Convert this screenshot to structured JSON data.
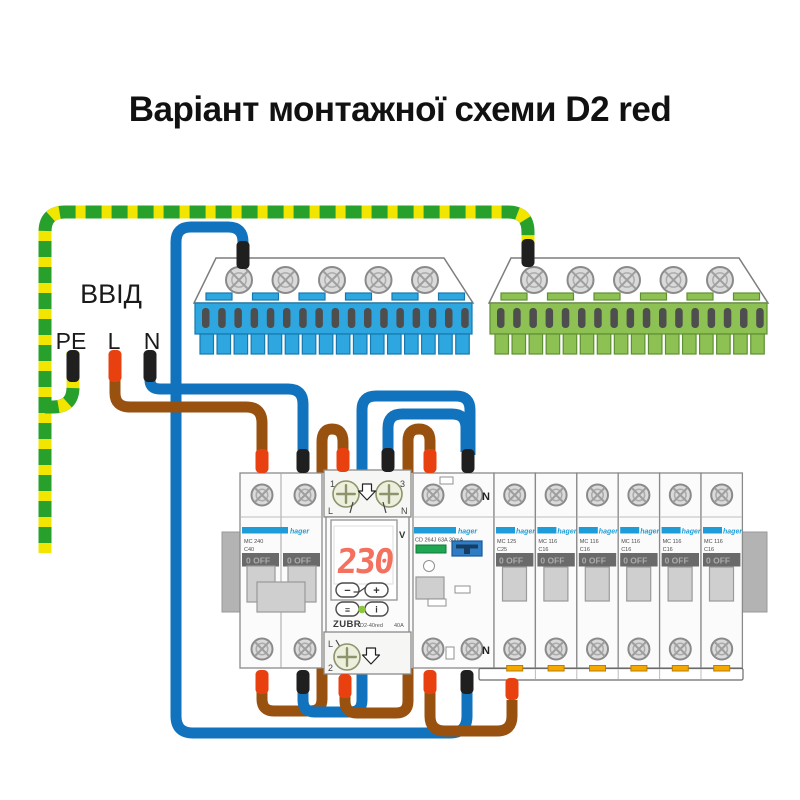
{
  "title": "Варіант монтажної схеми D2 red",
  "input": {
    "label": "ВВІД",
    "pe": "PE",
    "live": "L",
    "neutral": "N"
  },
  "relay": {
    "brand": "ZUBR",
    "model": "D2-40red",
    "rating": "40A",
    "display_value": "230",
    "display_unit": "V",
    "terminal_1": "1",
    "terminal_1_label": "L",
    "terminal_3": "3",
    "terminal_3_label": "N",
    "terminal_2": "2",
    "terminal_2_label": "L",
    "btn_minus": "−",
    "btn_plus": "+",
    "btn_menu": "≡",
    "btn_info": "i"
  },
  "panel": {
    "brand": "hager",
    "switch_label": "0 OFF",
    "main_breaker": {
      "model": "MC 240",
      "rating": "C40"
    },
    "rcd": {
      "label": "CD 264J 63A 30mA",
      "neutral_mark": "N"
    },
    "breakers": [
      {
        "model": "MC 125",
        "rating": "C25"
      },
      {
        "model": "MC 116",
        "rating": "C16"
      },
      {
        "model": "MC 116",
        "rating": "C16"
      },
      {
        "model": "MC 116",
        "rating": "C16"
      },
      {
        "model": "MC 116",
        "rating": "C16"
      },
      {
        "model": "MC 116",
        "rating": "C16"
      }
    ]
  },
  "colors": {
    "wire-blue": "#1173BE",
    "wire-brown": "#98510F",
    "pe-green": "#27A02C",
    "pe-yellow": "#F2E500",
    "ferrule-red": "#E8400F",
    "ferrule-black": "#1F1F1F",
    "bus-blue": "#2EA7E0",
    "bus-green": "#8DC153",
    "brand-blue": "#1E9CD7",
    "display-red": "#F4705F",
    "led-green": "#8CC63F",
    "test-btn-blue": "#2E7CC4",
    "rcd-green-bar": "#1FA653",
    "comb-clip": "#F5A800"
  }
}
